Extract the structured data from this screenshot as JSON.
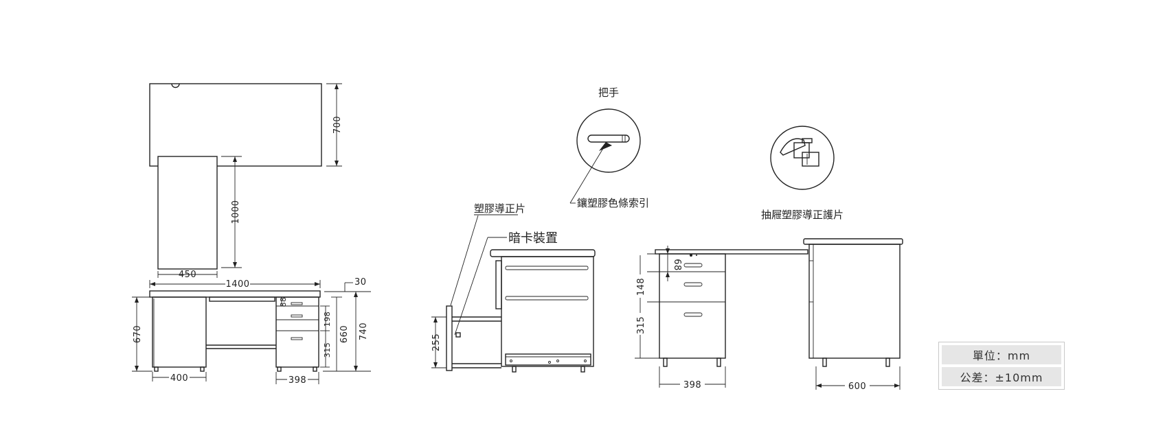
{
  "labels": {
    "handle": "把手",
    "handle_inlay": "鑲塑膠色條索引",
    "guide_piece": "塑膠導正片",
    "hidden_card": "暗卡裝置",
    "drawer_guard": "抽屜塑膠導正護片"
  },
  "dimensions": {
    "top_depth": "700",
    "return_length": "1000",
    "return_width": "450",
    "total_width": "1400",
    "top_offset": "30",
    "left_height": "670",
    "left_width": "400",
    "drawer1": "88",
    "drawer2": "198",
    "drawer3": "315",
    "pedestal_height": "660",
    "overall_height": "740",
    "pedestal_width": "398",
    "track_height": "255",
    "right_drawer1": "68",
    "right_drawer2": "148",
    "right_drawer3": "315",
    "right_pedestal_width": "398",
    "right_depth": "600"
  },
  "legend": {
    "unit": "單位：mm",
    "tolerance": "公差：±10mm"
  }
}
